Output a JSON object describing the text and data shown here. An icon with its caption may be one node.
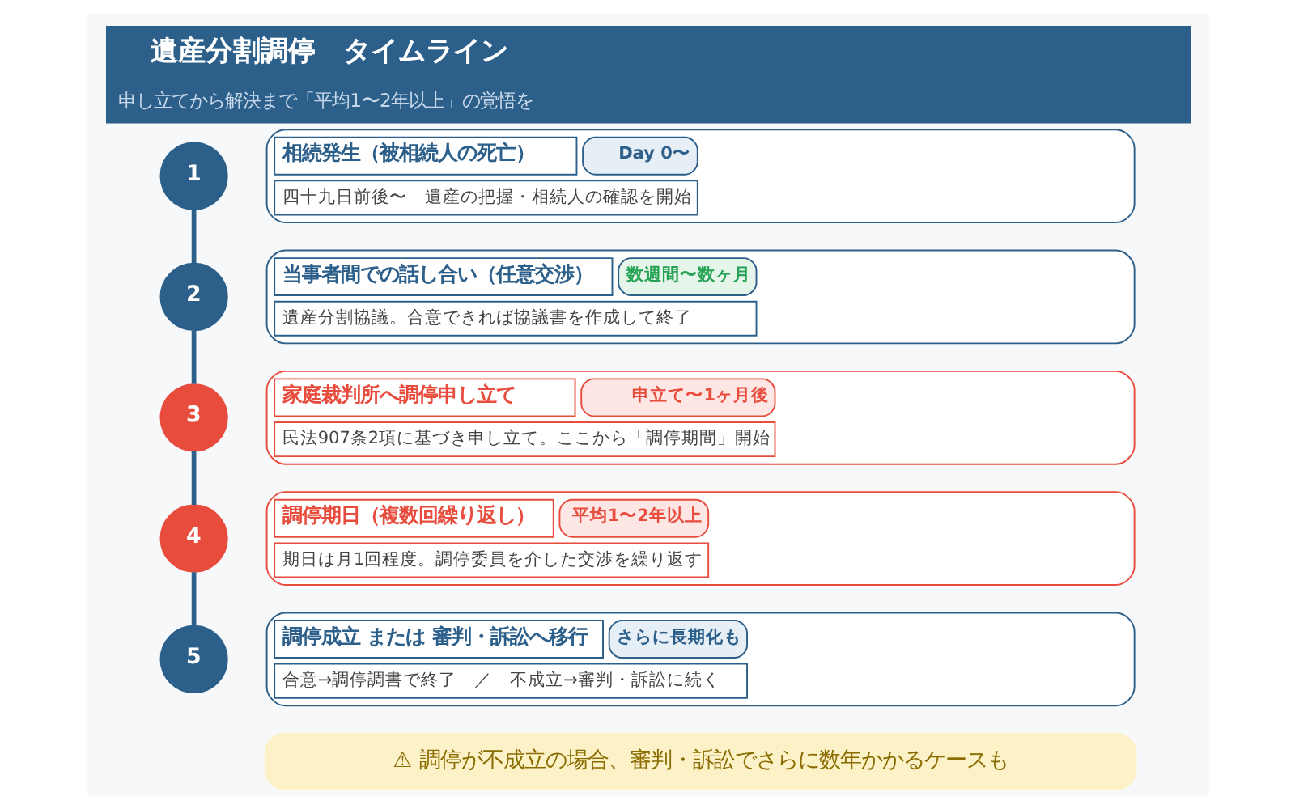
{
  "diagram": {
    "title": "遺産分割調停　タイムライン",
    "caption": "申し立てから解決まで「平均1〜2年以上」の覚悟を",
    "nodes": [
      {
        "text": [
          "1"
        ]
      },
      {
        "text": [
          "相続発生（被相続人の死亡）",
          "Day 0〜",
          "四十九日前後〜　遺産の把握・相続人の確認を開始"
        ]
      },
      {
        "text": [
          "2"
        ]
      },
      {
        "text": [
          "当事者間での話し合い（任意交渉）",
          "数週間〜数ヶ月",
          "遺産分割協議。合意できれば協議書を作成して終了"
        ]
      },
      {
        "text": [
          "3"
        ]
      },
      {
        "text": [
          "家庭裁判所へ調停申し立て",
          "申立て〜1ヶ月後",
          "民法907条2項に基づき申し立て。ここから「調停期間」開始"
        ]
      },
      {
        "text": [
          "4"
        ]
      },
      {
        "text": [
          "調停期日（複数回繰り返し）",
          "平均1〜2年以上",
          "期日は月1回程度。調停委員を介した交渉を繰り返す"
        ]
      },
      {
        "text": [
          "5"
        ]
      },
      {
        "text": [
          "調停成立 または 審判・訴訟へ移行",
          "さらに長期化も",
          "合意→調停調書で終了　／　不成立→審判・訴訟に続く"
        ]
      },
      {
        "text": [
          "⚠ 調停が不成立の場合、審判・訴訟でさらに数年かかるケースも"
        ]
      }
    ],
    "edges": [
      {
        "from": 0,
        "to": 2,
        "arrow": "none"
      },
      {
        "from": 2,
        "to": 4,
        "arrow": "none"
      },
      {
        "from": 4,
        "to": 6,
        "arrow": "none"
      },
      {
        "from": 6,
        "to": 8,
        "arrow": "none"
      }
    ]
  }
}
